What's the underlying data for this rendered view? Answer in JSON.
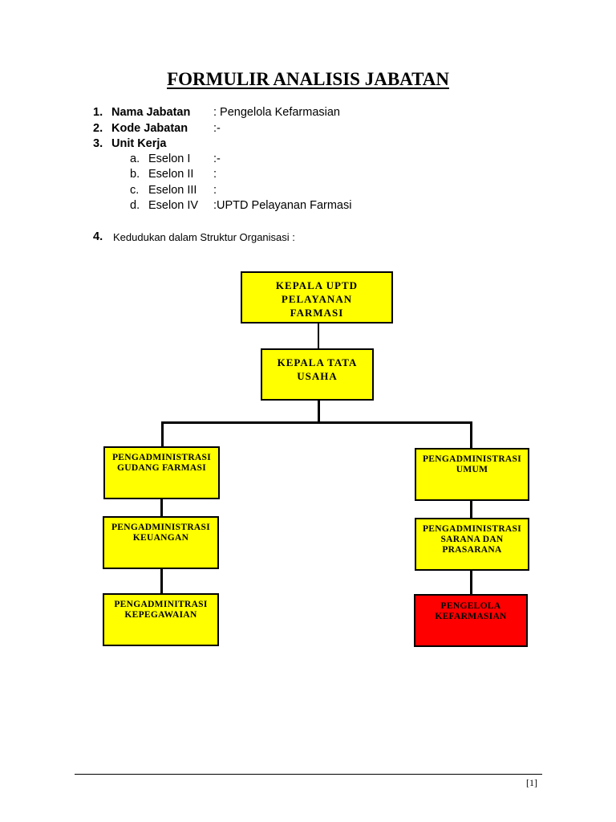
{
  "title": "FORMULIR ANALISIS JABATAN",
  "fields": [
    {
      "num": "1.",
      "label": "Nama Jabatan",
      "value": ": Pengelola Kefarmasian"
    },
    {
      "num": "2.",
      "label": "Kode Jabatan",
      "value": ":-"
    },
    {
      "num": "3.",
      "label": "Unit Kerja",
      "value": ""
    }
  ],
  "eselon": [
    {
      "letter": "a.",
      "label": "Eselon I",
      "value": ":-"
    },
    {
      "letter": "b.",
      "label": "Eselon II",
      "value": ":"
    },
    {
      "letter": "c.",
      "label": "Eselon III",
      "value": ":"
    },
    {
      "letter": "d.",
      "label": "Eselon IV",
      "value": ":UPTD Pelayanan Farmasi"
    }
  ],
  "section4": {
    "num": "4.",
    "label": "Kedudukan  dalam  Struktur  Organisasi  :"
  },
  "org_chart": {
    "kepala_uptd": "KEPALA UPTD PELAYANAN FARMASI",
    "kepala_tu": "KEPALA TATA USAHA",
    "left": [
      "PENGADMINISTRASI GUDANG FARMASI",
      "PENGADMINISTRASI KEUANGAN",
      "PENGADMINITRASI KEPEGAWAIAN"
    ],
    "right": [
      "PENGADMINISTRASI UMUM",
      "PENGADMINISTRASI SARANA DAN PRASARANA",
      "PENGELOLA KEFARMASIAN"
    ],
    "colors": {
      "box": "#ffff00",
      "highlight": "#ff0000"
    }
  },
  "page_number": "[1]"
}
